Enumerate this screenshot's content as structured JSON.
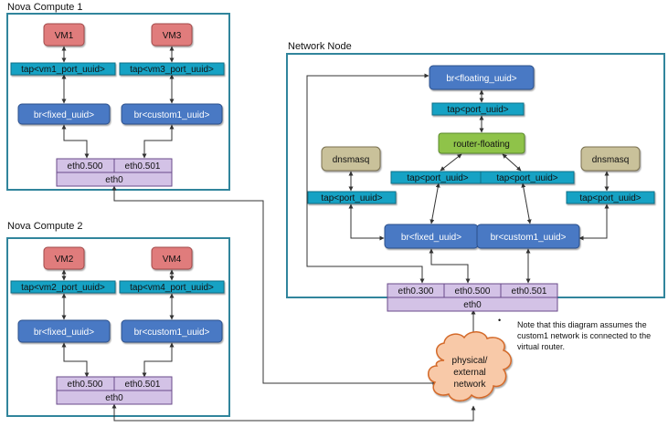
{
  "compute1": {
    "title": "Nova Compute 1",
    "vm_a": "VM1",
    "vm_b": "VM3",
    "tap_a": "tap<vm1_port_uuid>",
    "tap_b": "tap<vm3_port_uuid>",
    "br_a": "br<fixed_uuid>",
    "br_b": "br<custom1_uuid>",
    "eth_a": "eth0.500",
    "eth_b": "eth0.501",
    "eth": "eth0"
  },
  "compute2": {
    "title": "Nova Compute 2",
    "vm_a": "VM2",
    "vm_b": "VM4",
    "tap_a": "tap<vm2_port_uuid>",
    "tap_b": "tap<vm4_port_uuid>",
    "br_a": "br<fixed_uuid>",
    "br_b": "br<custom1_uuid>",
    "eth_a": "eth0.500",
    "eth_b": "eth0.501",
    "eth": "eth0"
  },
  "network_node": {
    "title": "Network Node",
    "br_floating": "br<floating_uuid>",
    "tap_floating": "tap<port_uuid>",
    "router": "router-floating",
    "tap_router_left": "tap<port_uuid>",
    "tap_router_right": "tap<port_uuid>",
    "dnsmasq_left": "dnsmasq",
    "dnsmasq_right": "dnsmasq",
    "tap_dnsmasq_left": "tap<port_uuid>",
    "tap_dnsmasq_right": "tap<port_uuid>",
    "br_fixed": "br<fixed_uuid>",
    "br_custom": "br<custom1_uuid>",
    "eth_a": "eth0.300",
    "eth_b": "eth0.500",
    "eth_c": "eth0.501",
    "eth": "eth0"
  },
  "cloud": {
    "line1": "physical/",
    "line2": "external",
    "line3": "network"
  },
  "note": {
    "bullet": "•",
    "line1": "Note that this diagram assumes the",
    "line2": "custom1 network is connected to the",
    "line3": "virtual router."
  },
  "colors": {
    "frame": "#31859c",
    "vm": "#e07b7b",
    "tap": "#17a2c4",
    "bridge": "#4a79c4",
    "router": "#8fc34a",
    "dnsmasq": "#c9c19a",
    "eth": "#d3c2e6",
    "cloud": "#f8c9a8"
  }
}
